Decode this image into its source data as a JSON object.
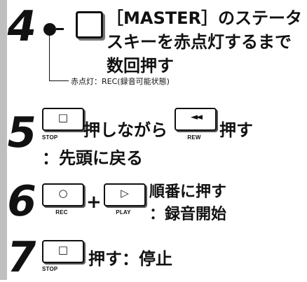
{
  "step4": {
    "number": "4",
    "line1": "［MASTER］のステータ",
    "line2": "スキーを赤点灯するまで",
    "line3": "数回押す",
    "note": "赤点灯：REC(録音可能状態)"
  },
  "step5": {
    "number": "5",
    "stop_key": {
      "glyph": "□",
      "label": "STOP"
    },
    "while_text": "押しながら",
    "rew_key": {
      "glyph": "◄◄",
      "label": "REW"
    },
    "press_text": "押す",
    "result": "：先頭に戻る"
  },
  "step6": {
    "number": "6",
    "rec_key": {
      "glyph": "○",
      "label": "REC"
    },
    "plus": "+",
    "play_key": {
      "glyph": "▷",
      "label": "PLAY"
    },
    "order_text": "順番に押す",
    "result": "：録音開始"
  },
  "step7": {
    "number": "7",
    "stop_key": {
      "glyph": "□",
      "label": "STOP"
    },
    "text": "押す：停止"
  },
  "colors": {
    "text": "#111111",
    "sidebar": "#bfbfbf"
  }
}
